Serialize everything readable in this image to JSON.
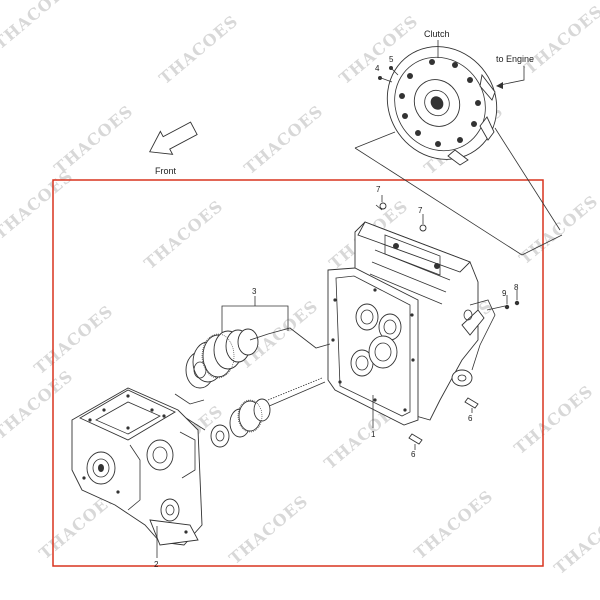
{
  "diagram": {
    "labels": {
      "clutch": "Clutch",
      "to_engine": "to Engine",
      "front": "Front"
    },
    "callouts": {
      "c1": "1",
      "c2": "2",
      "c3": "3",
      "c4": "4",
      "c5": "5",
      "c6a": "6",
      "c6b": "6",
      "c7a": "7",
      "c7b": "7",
      "c8": "8",
      "c9": "9"
    },
    "watermark": "THACOES",
    "colors": {
      "frame": "#d9341f",
      "line": "#333333",
      "watermark": "#d8d8d8"
    }
  }
}
